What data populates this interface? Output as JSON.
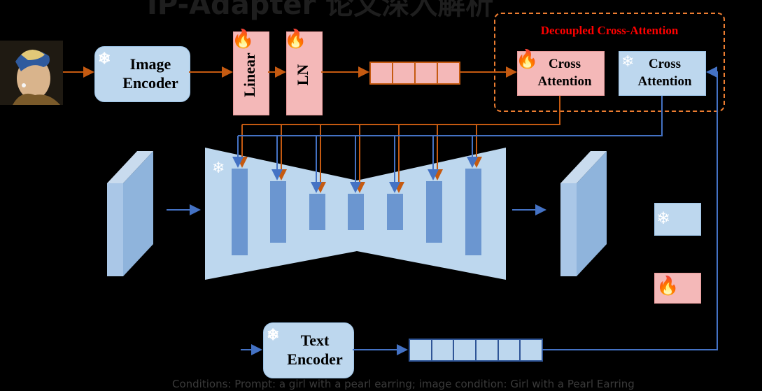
{
  "header": {
    "title": "IP-Adapter 论文深入解析"
  },
  "image_encoder": {
    "line1": "Image",
    "line2": "Encoder"
  },
  "linear": {
    "label": "Linear"
  },
  "ln": {
    "label": "LN"
  },
  "decoupled": {
    "title": "Decoupled Cross-Attention",
    "trainable": {
      "line1": "Cross",
      "line2": "Attention"
    },
    "frozen": {
      "line1": "Cross",
      "line2": "Attention"
    }
  },
  "text_encoder": {
    "line1": "Text",
    "line2": "Encoder"
  },
  "legend": {
    "frozen_icon": "snowflake-icon",
    "trainable_icon": "fire-icon"
  },
  "footer": {
    "caption": "Conditions: Prompt: a girl with a pearl earring; image condition: Girl with a Pearl Earring"
  },
  "colors": {
    "image_path": "#c55a11",
    "text_path": "#4472c4",
    "frozen_fill": "#bdd7ee",
    "trainable_fill": "#f4b8b8",
    "dashed_border": "#ed7d31",
    "decoupled_title": "#ff0000"
  }
}
